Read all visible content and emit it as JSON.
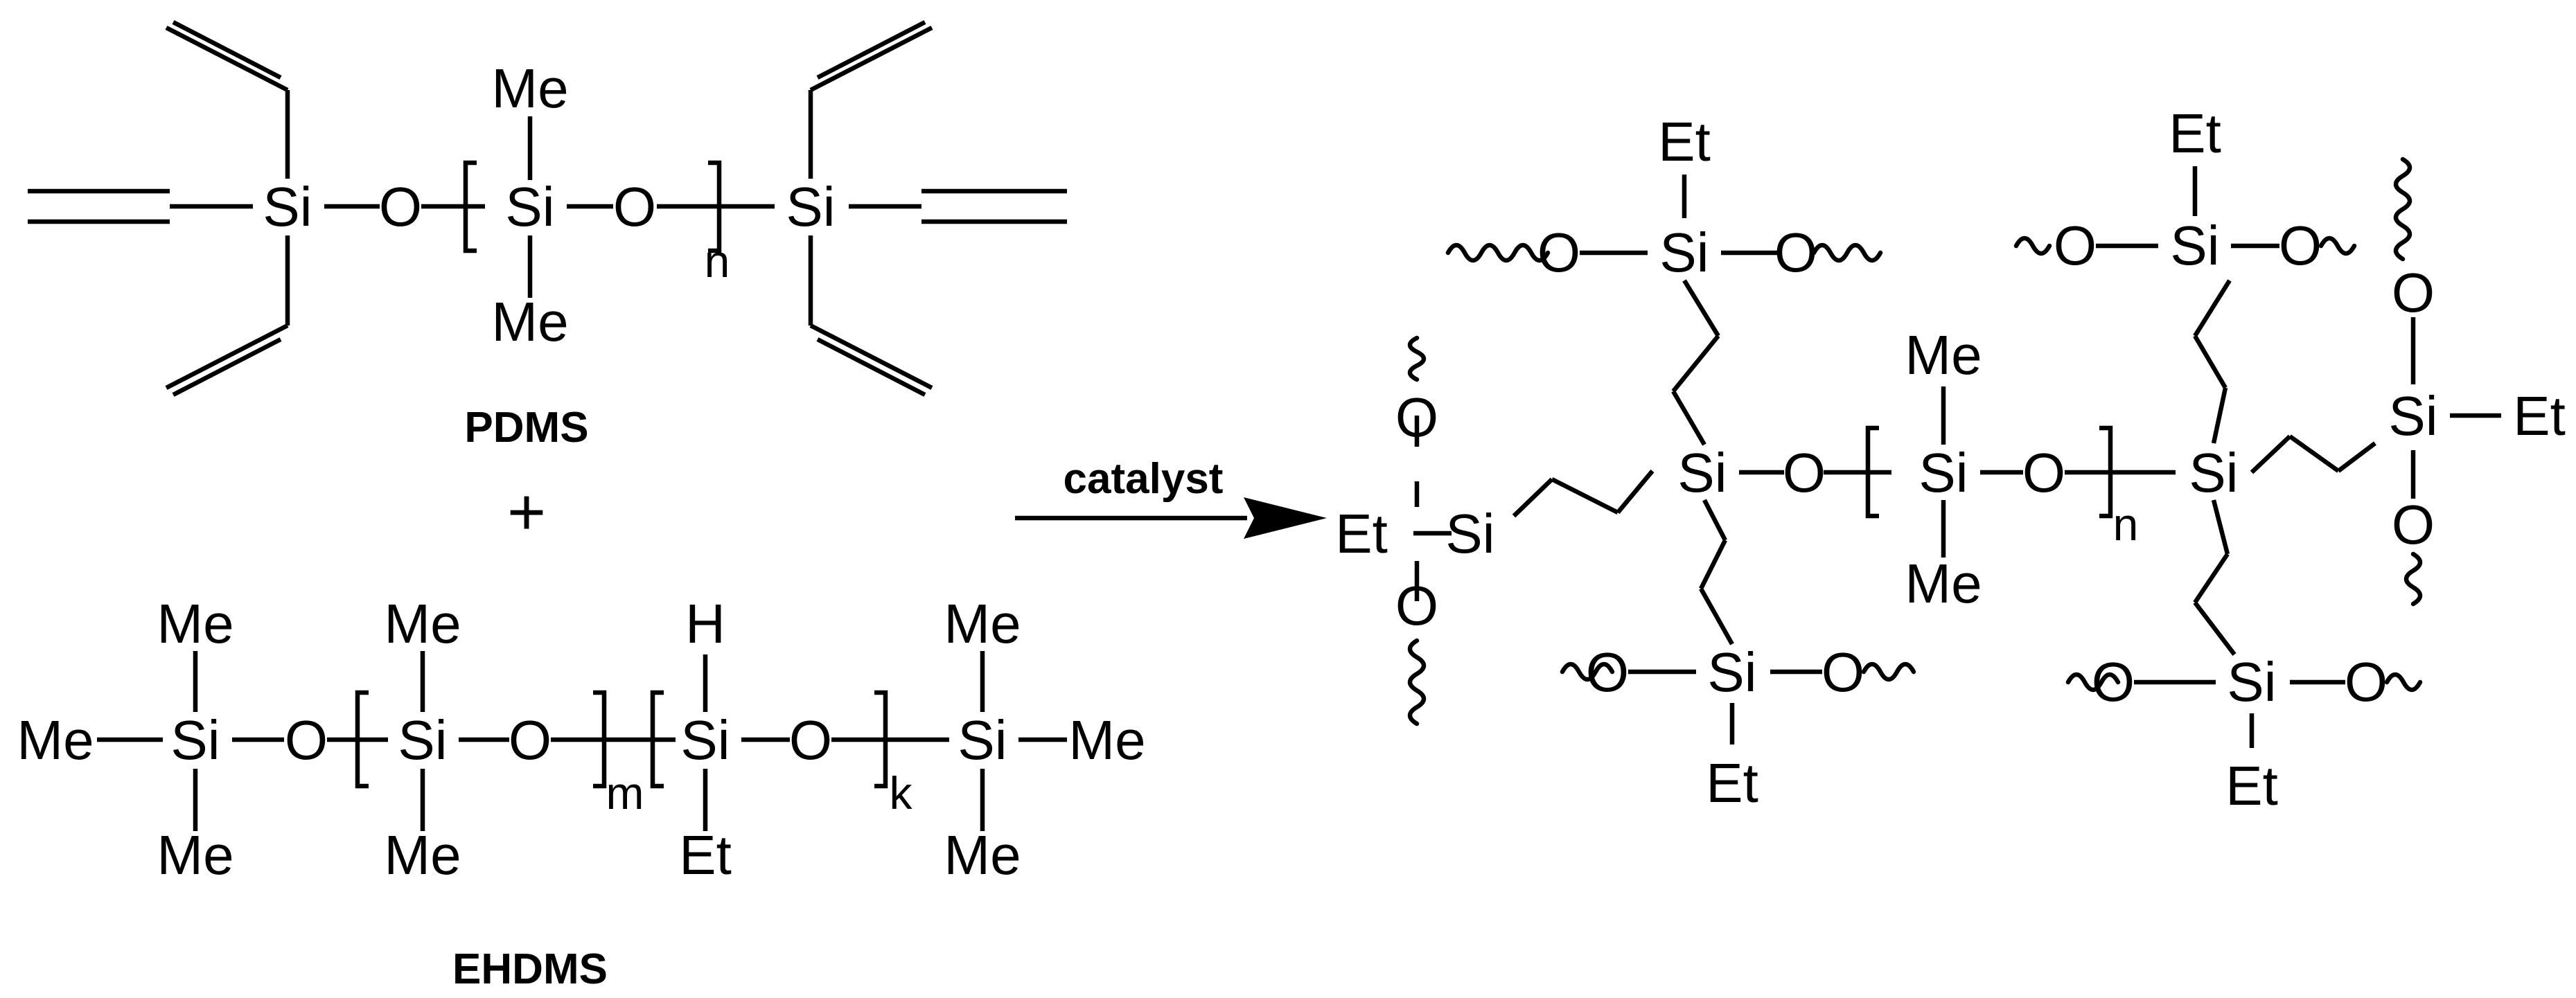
{
  "reactant_pdms": {
    "label": "PDMS",
    "atoms": {
      "si": "Si",
      "o": "O",
      "me": "Me",
      "n": "n"
    }
  },
  "plus_sign": "+",
  "reactant_ehdms": {
    "label": "EHDMS",
    "atoms": {
      "si": "Si",
      "o": "O",
      "me": "Me",
      "h": "H",
      "et": "Et",
      "m": "m",
      "k": "k"
    }
  },
  "arrow": {
    "label": "catalyst"
  },
  "product": {
    "atoms": {
      "si": "Si",
      "o": "O",
      "me": "Me",
      "et": "Et",
      "n": "n"
    }
  }
}
